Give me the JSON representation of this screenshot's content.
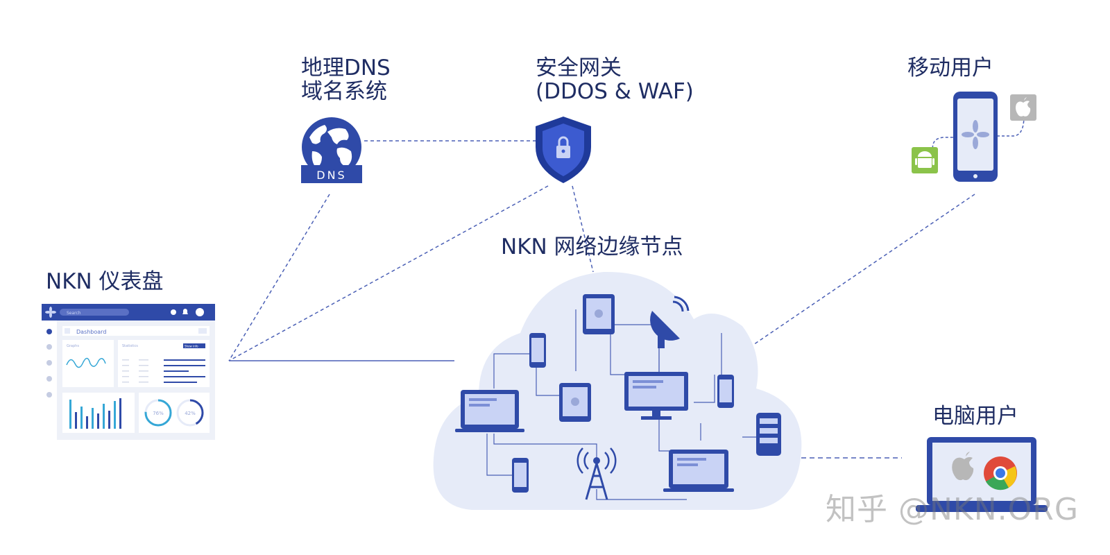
{
  "labels": {
    "dns_line1": "地理DNS",
    "dns_line2": "域名系统",
    "gateway_line1": "安全网关",
    "gateway_line2": "(DDOS & WAF)",
    "mobile": "移动用户",
    "dashboard": "NKN 仪表盘",
    "edge_nodes": "NKN 网络边缘节点",
    "pc": "电脑用户",
    "dns_badge": "DNS"
  },
  "dashboard_ui": {
    "title": "Dashboard",
    "search_placeholder": "Search",
    "card1_title": "Graphs",
    "card2_title": "Statistics",
    "card2_button": "Show info",
    "gauge1": "76%",
    "gauge2": "42%"
  },
  "gauges": {
    "gauge1": 0.76,
    "gauge2": 0.42
  },
  "watermark": "知乎 @NKN.ORG",
  "colors": {
    "primary": "#2f4aa8",
    "dark_text": "#1f2d63",
    "cloud": "#e6ebf8",
    "android": "#8bc34a",
    "apple_badge": "#b7b7b7"
  }
}
